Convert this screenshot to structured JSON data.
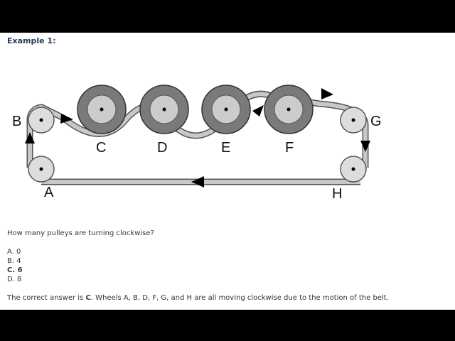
{
  "heading": "Example 1:",
  "diagram": {
    "labels": {
      "a": "A",
      "b": "B",
      "c": "C",
      "d": "D",
      "e": "E",
      "f": "F",
      "g": "G",
      "h": "H"
    },
    "colors": {
      "belt": "#c8c8c8",
      "belt_edge": "#555555",
      "large_pulley": "#7a7a7a",
      "inner_disc": "#cccccc",
      "small_pulley": "#dddddd",
      "arrow": "#000000"
    }
  },
  "question": "How many pulleys are turning clockwise?",
  "options": [
    {
      "text": "A. 0"
    },
    {
      "text": "B. 4"
    },
    {
      "text": "C. 6"
    },
    {
      "text": "D. 8"
    }
  ],
  "answer": {
    "prefix": "The correct answer is",
    "letter": "C",
    "suffix": ". Wheels A, B, D, F, G, and H are all moving clockwise due to the motion of the belt."
  }
}
